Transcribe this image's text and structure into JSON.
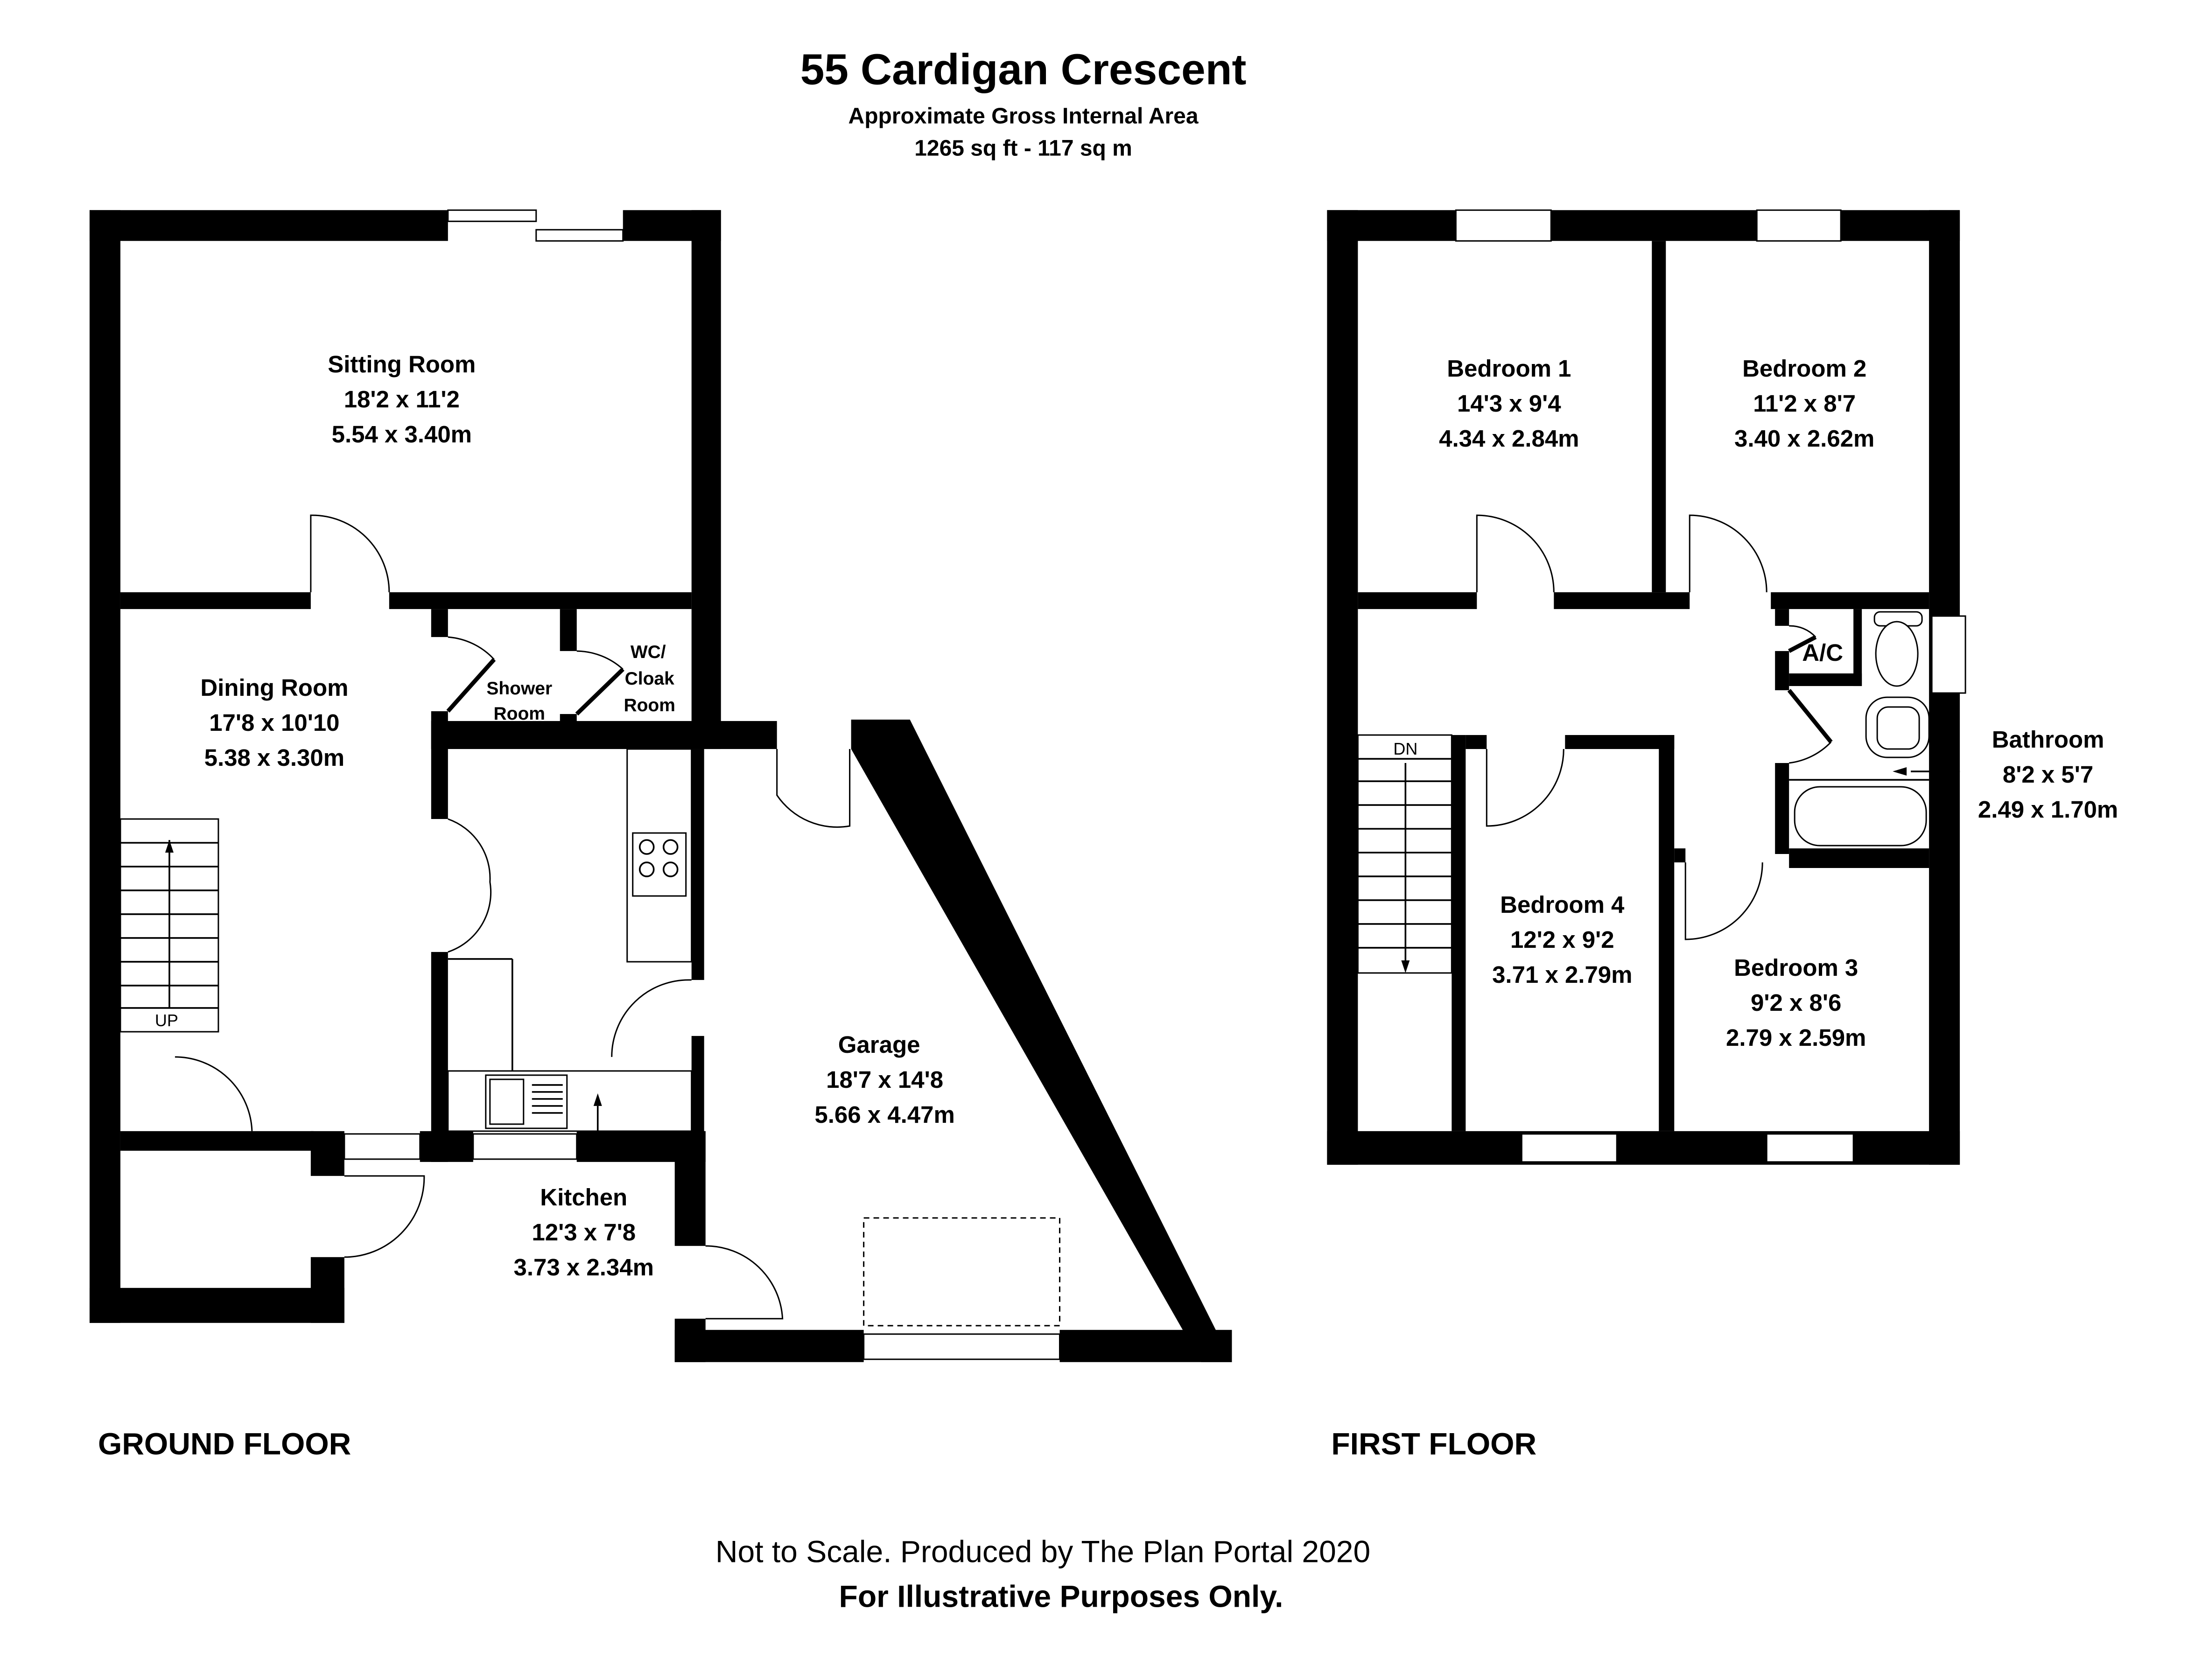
{
  "header": {
    "title": "55 Cardigan Crescent",
    "subtitle": "Approximate Gross Internal Area",
    "area": "1265 sq ft - 117 sq m"
  },
  "ground_floor": {
    "label": "GROUND FLOOR",
    "stairs_label": "UP",
    "rooms": {
      "sitting": {
        "name": "Sitting Room",
        "imperial": "18'2 x 11'2",
        "metric": "5.54 x 3.40m"
      },
      "dining": {
        "name": "Dining Room",
        "imperial": "17'8 x 10'10",
        "metric": "5.38 x 3.30m"
      },
      "shower": {
        "name_1": "Shower",
        "name_2": "Room"
      },
      "wc": {
        "name_1": "WC/",
        "name_2": "Cloak",
        "name_3": "Room"
      },
      "kitchen": {
        "name": "Kitchen",
        "imperial": "12'3 x 7'8",
        "metric": "3.73 x 2.34m"
      },
      "garage": {
        "name": "Garage",
        "imperial": "18'7 x 14'8",
        "metric": "5.66 x 4.47m"
      }
    }
  },
  "first_floor": {
    "label": "FIRST FLOOR",
    "stairs_label": "DN",
    "rooms": {
      "bed1": {
        "name": "Bedroom 1",
        "imperial": "14'3 x 9'4",
        "metric": "4.34 x 2.84m"
      },
      "bed2": {
        "name": "Bedroom 2",
        "imperial": "11'2 x 8'7",
        "metric": "3.40 x 2.62m"
      },
      "bed3": {
        "name": "Bedroom 3",
        "imperial": "9'2 x 8'6",
        "metric": "2.79 x 2.59m"
      },
      "bed4": {
        "name": "Bedroom 4",
        "imperial": "12'2 x 9'2",
        "metric": "3.71 x 2.79m"
      },
      "bath": {
        "name": "Bathroom",
        "imperial": "8'2 x 5'7",
        "metric": "2.49 x 1.70m"
      },
      "ac": {
        "name": "A/C"
      }
    }
  },
  "footer": {
    "line1": "Not to Scale. Produced by The Plan Portal 2020",
    "line2": "For Illustrative Purposes Only."
  }
}
